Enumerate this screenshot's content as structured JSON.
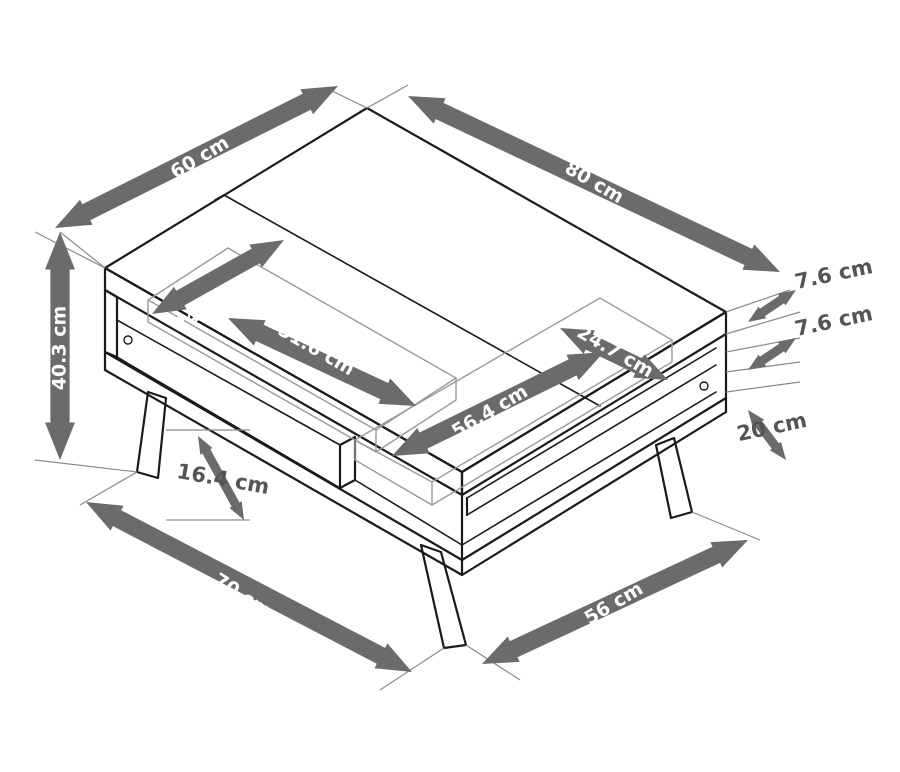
{
  "diagram": {
    "colors": {
      "arrow": "#6b6b6b",
      "line": "#1a1a1a",
      "drawer_outline": "#9a9a9a",
      "label_dark": "#555555",
      "label_light": "#ffffff",
      "background": "#ffffff"
    },
    "dimensions": {
      "depth": "60 cm",
      "width": "80 cm",
      "height": "40.3 cm",
      "drawer1_depth": "24.7 cm",
      "drawer1_width": "51.6 cm",
      "drawer2_depth": "24.7 cm",
      "drawer2_width": "56.4 cm",
      "top_panel": "7.6 cm",
      "drawer_front": "7.6 cm",
      "shelf_height": "20 cm",
      "leg_height": "16.4 cm",
      "base_width": "70 cm",
      "base_depth": "56 cm"
    }
  }
}
